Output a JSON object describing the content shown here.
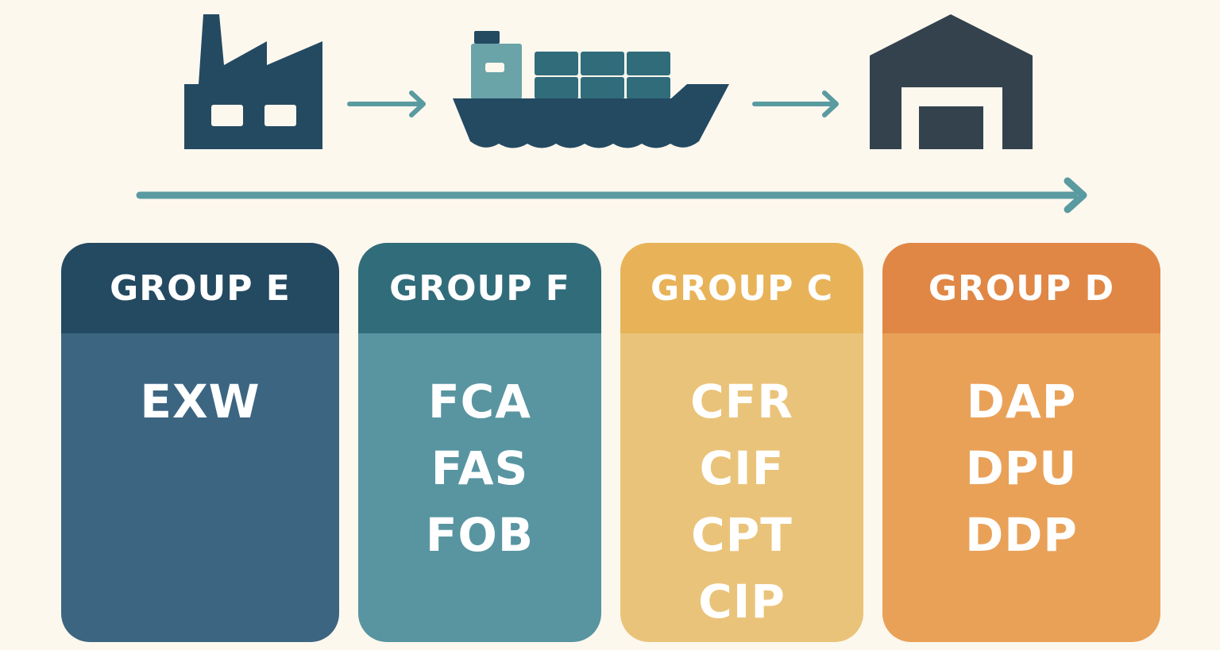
{
  "colors": {
    "background": "#fdf8ee",
    "icon_dark": "#244a62",
    "warehouse_dark": "#33424d",
    "ship_cabin_light": "#6aa3a8",
    "arrow_teal": "#5a9aa1"
  },
  "icons": [
    "factory-icon",
    "arrow-right-icon",
    "cargo-ship-icon",
    "arrow-right-icon",
    "warehouse-icon",
    "timeline-arrow-icon"
  ],
  "groups": [
    {
      "id": "e",
      "title": "GROUP E",
      "header_color": "#244a62",
      "body_color": "#3c6582",
      "terms": [
        "EXW"
      ]
    },
    {
      "id": "f",
      "title": "GROUP F",
      "header_color": "#316c7b",
      "body_color": "#5895a1",
      "terms": [
        "FCA",
        "FAS",
        "FOB"
      ]
    },
    {
      "id": "c",
      "title": "GROUP C",
      "header_color": "#e8b358",
      "body_color": "#eac37a",
      "terms": [
        "CFR",
        "CIF",
        "CPT",
        "CIP"
      ]
    },
    {
      "id": "d",
      "title": "GROUP D",
      "header_color": "#e08746",
      "body_color": "#e9a158",
      "terms": [
        "DAP",
        "DPU",
        "DDP"
      ]
    }
  ]
}
